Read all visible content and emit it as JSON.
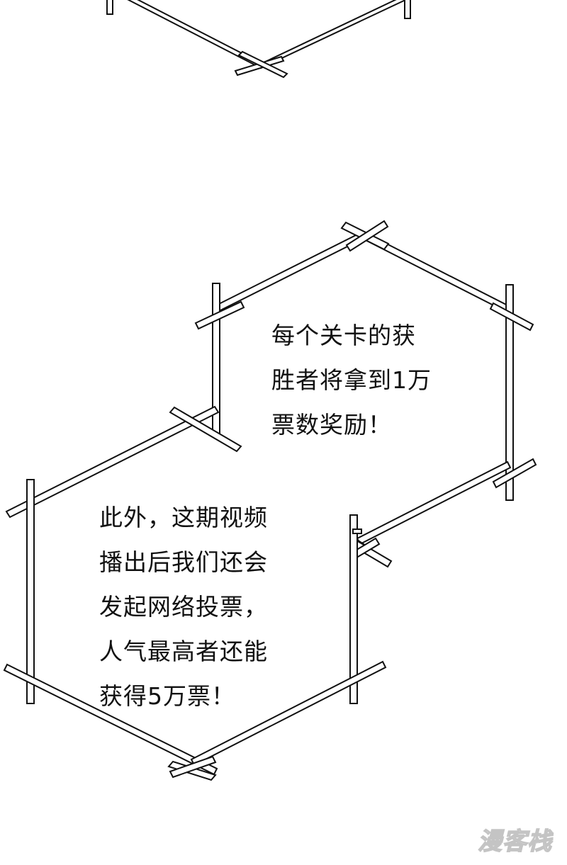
{
  "page": {
    "background": "#ffffff",
    "stroke_color": "#111111"
  },
  "bubbles": [
    {
      "lines": [
        "每个关卡的获",
        "胜者将拿到1万",
        "票数奖励！"
      ]
    },
    {
      "lines": [
        "此外，这期视频",
        "播出后我们还会",
        "发起网络投票，",
        "人气最高者还能",
        "获得5万票！"
      ]
    }
  ],
  "watermark": {
    "text": "漫客栈"
  }
}
